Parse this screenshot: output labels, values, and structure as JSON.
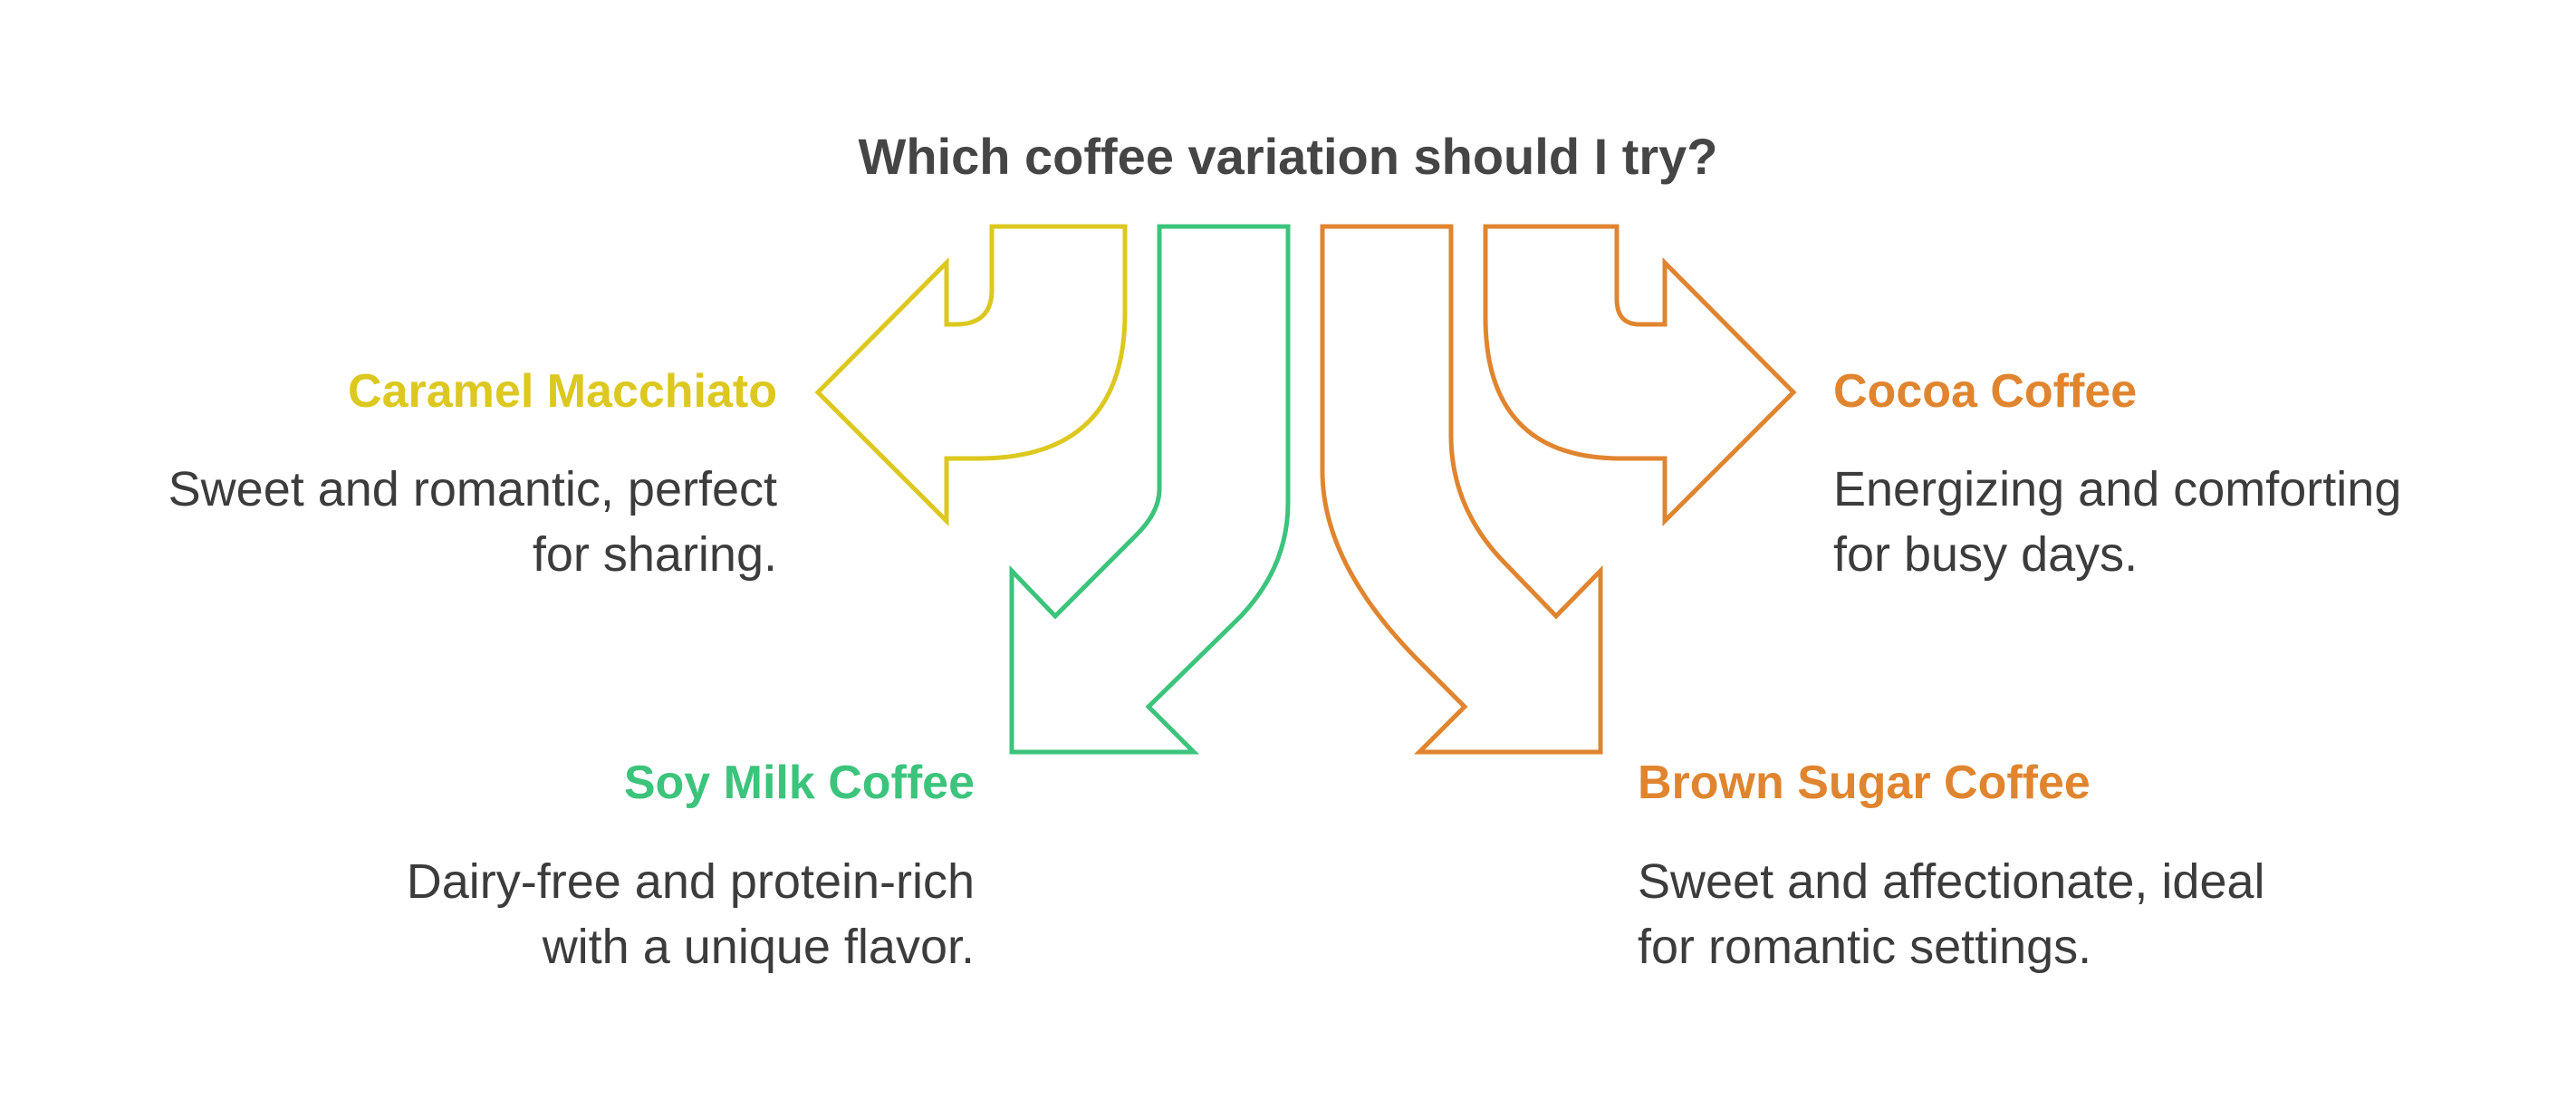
{
  "title": "Which coffee variation should I try?",
  "colors": {
    "yellow": "#DCC81E",
    "green": "#3CC47C",
    "orange": "#E0852F",
    "text": "#3c3c3c"
  },
  "options": {
    "caramel": {
      "label": "Caramel Macchiato",
      "desc1": "Sweet and romantic, perfect",
      "desc2": "for sharing."
    },
    "cocoa": {
      "label": "Cocoa Coffee",
      "desc1": "Energizing and comforting",
      "desc2": "for busy days."
    },
    "soy": {
      "label": "Soy Milk Coffee",
      "desc1": "Dairy-free and protein-rich",
      "desc2": "with a unique flavor."
    },
    "brown": {
      "label": "Brown Sugar Coffee",
      "desc1": "Sweet and affectionate, ideal",
      "desc2": "for romantic settings."
    }
  }
}
